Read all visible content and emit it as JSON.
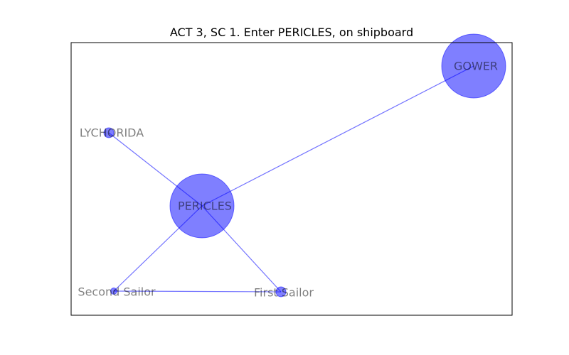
{
  "title": "ACT 3, SC 1. Enter PERICLES, on shipboard",
  "style": {
    "node_color": "#0000ff",
    "node_opacity": 0.5,
    "edge_color": "#0000ff",
    "edge_opacity": 0.55,
    "label_color": "#000000",
    "label_opacity": 0.5
  },
  "graph": {
    "nodes": [
      {
        "id": "GOWER",
        "label": "GOWER",
        "size": 3
      },
      {
        "id": "LYCHORIDA",
        "label": "LYCHORIDA",
        "size": 1
      },
      {
        "id": "PERICLES",
        "label": "PERICLES",
        "size": 3
      },
      {
        "id": "Second Sailor",
        "label": "Second Sailor",
        "size": 0.5
      },
      {
        "id": "First Sailor",
        "label": "First Sailor",
        "size": 1
      }
    ],
    "edges": [
      {
        "source": "PERICLES",
        "target": "GOWER"
      },
      {
        "source": "PERICLES",
        "target": "LYCHORIDA"
      },
      {
        "source": "PERICLES",
        "target": "Second Sailor"
      },
      {
        "source": "PERICLES",
        "target": "First Sailor"
      },
      {
        "source": "Second Sailor",
        "target": "First Sailor"
      }
    ]
  }
}
